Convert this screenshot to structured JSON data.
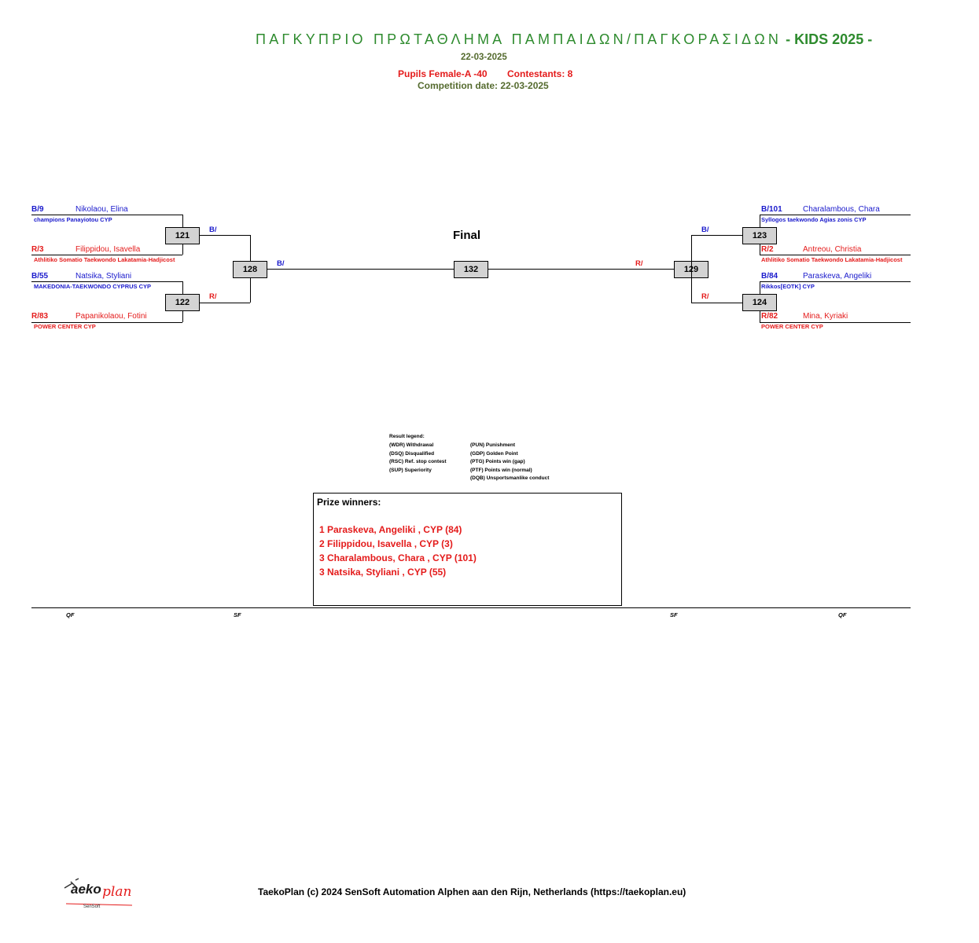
{
  "header": {
    "title_greek": "ΠΑΓΚΥΠΡΙΟ ΠΡΩΤΑΘΛΗΜΑ ΠΑΜΠΑΙΔΩΝ/ΠΑΓΚΟΡΑΣΙΔΩΝ",
    "title_suffix": "- KIDS 2025 -",
    "date": "22-03-2025",
    "category": "Pupils Female-A -40",
    "contestants": "Contestants: 8",
    "competition_date": "Competition date: 22-03-2025",
    "colors": {
      "title": "#2e8b2e",
      "category": "#e41b1b",
      "competition_date": "#556b2f"
    }
  },
  "bracket": {
    "final_label": "Final",
    "left": {
      "athletes": [
        {
          "code": "B/9",
          "name": "Nikolaou, Elina",
          "club": "champions Panayiotou CYP",
          "color": "blue"
        },
        {
          "code": "R/3",
          "name": "Filippidou, Isavella",
          "club": "Athlitiko Somatio Taekwondo Lakatamia-Hadjicost",
          "color": "red"
        },
        {
          "code": "B/55",
          "name": "Natsika, Styliani",
          "club": "MAKEDONIA-TAEKWONDO  CYPRUS CYP",
          "color": "blue"
        },
        {
          "code": "R/83",
          "name": "Papanikolaou, Fotini",
          "club": "POWER CENTER CYP",
          "color": "red"
        }
      ],
      "matches": {
        "qf1": "121",
        "qf2": "122",
        "sf": "128"
      },
      "winner_labels": {
        "qf1": "B/",
        "qf2": "R/",
        "sf": "B/"
      }
    },
    "right": {
      "athletes": [
        {
          "code": "B/101",
          "name": "Charalambous, Chara",
          "club": "Syllogos taekwondo Agias zonis CYP",
          "color": "blue"
        },
        {
          "code": "R/2",
          "name": "Antreou, Christia",
          "club": "Athlitiko Somatio Taekwondo Lakatamia-Hadjicost",
          "color": "red"
        },
        {
          "code": "B/84",
          "name": "Paraskeva, Angeliki",
          "club": "Rikkos[EOTK] CYP",
          "color": "blue"
        },
        {
          "code": "R/82",
          "name": "Mina, Kyriaki",
          "club": "POWER CENTER CYP",
          "color": "red"
        }
      ],
      "matches": {
        "qf1": "123",
        "qf2": "124",
        "sf": "129"
      },
      "winner_labels": {
        "qf1": "B/",
        "qf2": "R/",
        "sf": "R/"
      }
    },
    "final_match": "132"
  },
  "legend": {
    "title": "Result legend:",
    "col1": [
      "(WDR) Withdrawal",
      "(DSQ) Disqualified",
      "(RSC) Ref. stop contest",
      "(SUP) Superiority"
    ],
    "col2": [
      "(PUN) Punishment",
      "(GDP) Golden Point",
      "(PTG) Points win (gap)",
      "(PTF) Points win (normal)",
      "(DQB) Unsportsmanlike conduct"
    ]
  },
  "prize": {
    "title": "Prize winners:",
    "winners": [
      "1 Paraskeva, Angeliki , CYP (84)",
      "2 Filippidou, Isavella , CYP (3)",
      "3 Charalambous, Chara , CYP (101)",
      "3 Natsika, Styliani , CYP (55)"
    ]
  },
  "rounds": {
    "left_qf": "QF",
    "left_sf": "SF",
    "right_sf": "SF",
    "right_qf": "QF"
  },
  "footer": {
    "copyright": "TaekoPlan (c) 2024 SenSoft Automation Alphen aan den Rijn, Netherlands (https://taekoplan.eu)",
    "logo_text": "aeko",
    "logo_script": "plan",
    "logo_sub": "SenSoft",
    "logo_colors": {
      "main": "#1a1a1a",
      "script": "#e41b1b"
    }
  }
}
